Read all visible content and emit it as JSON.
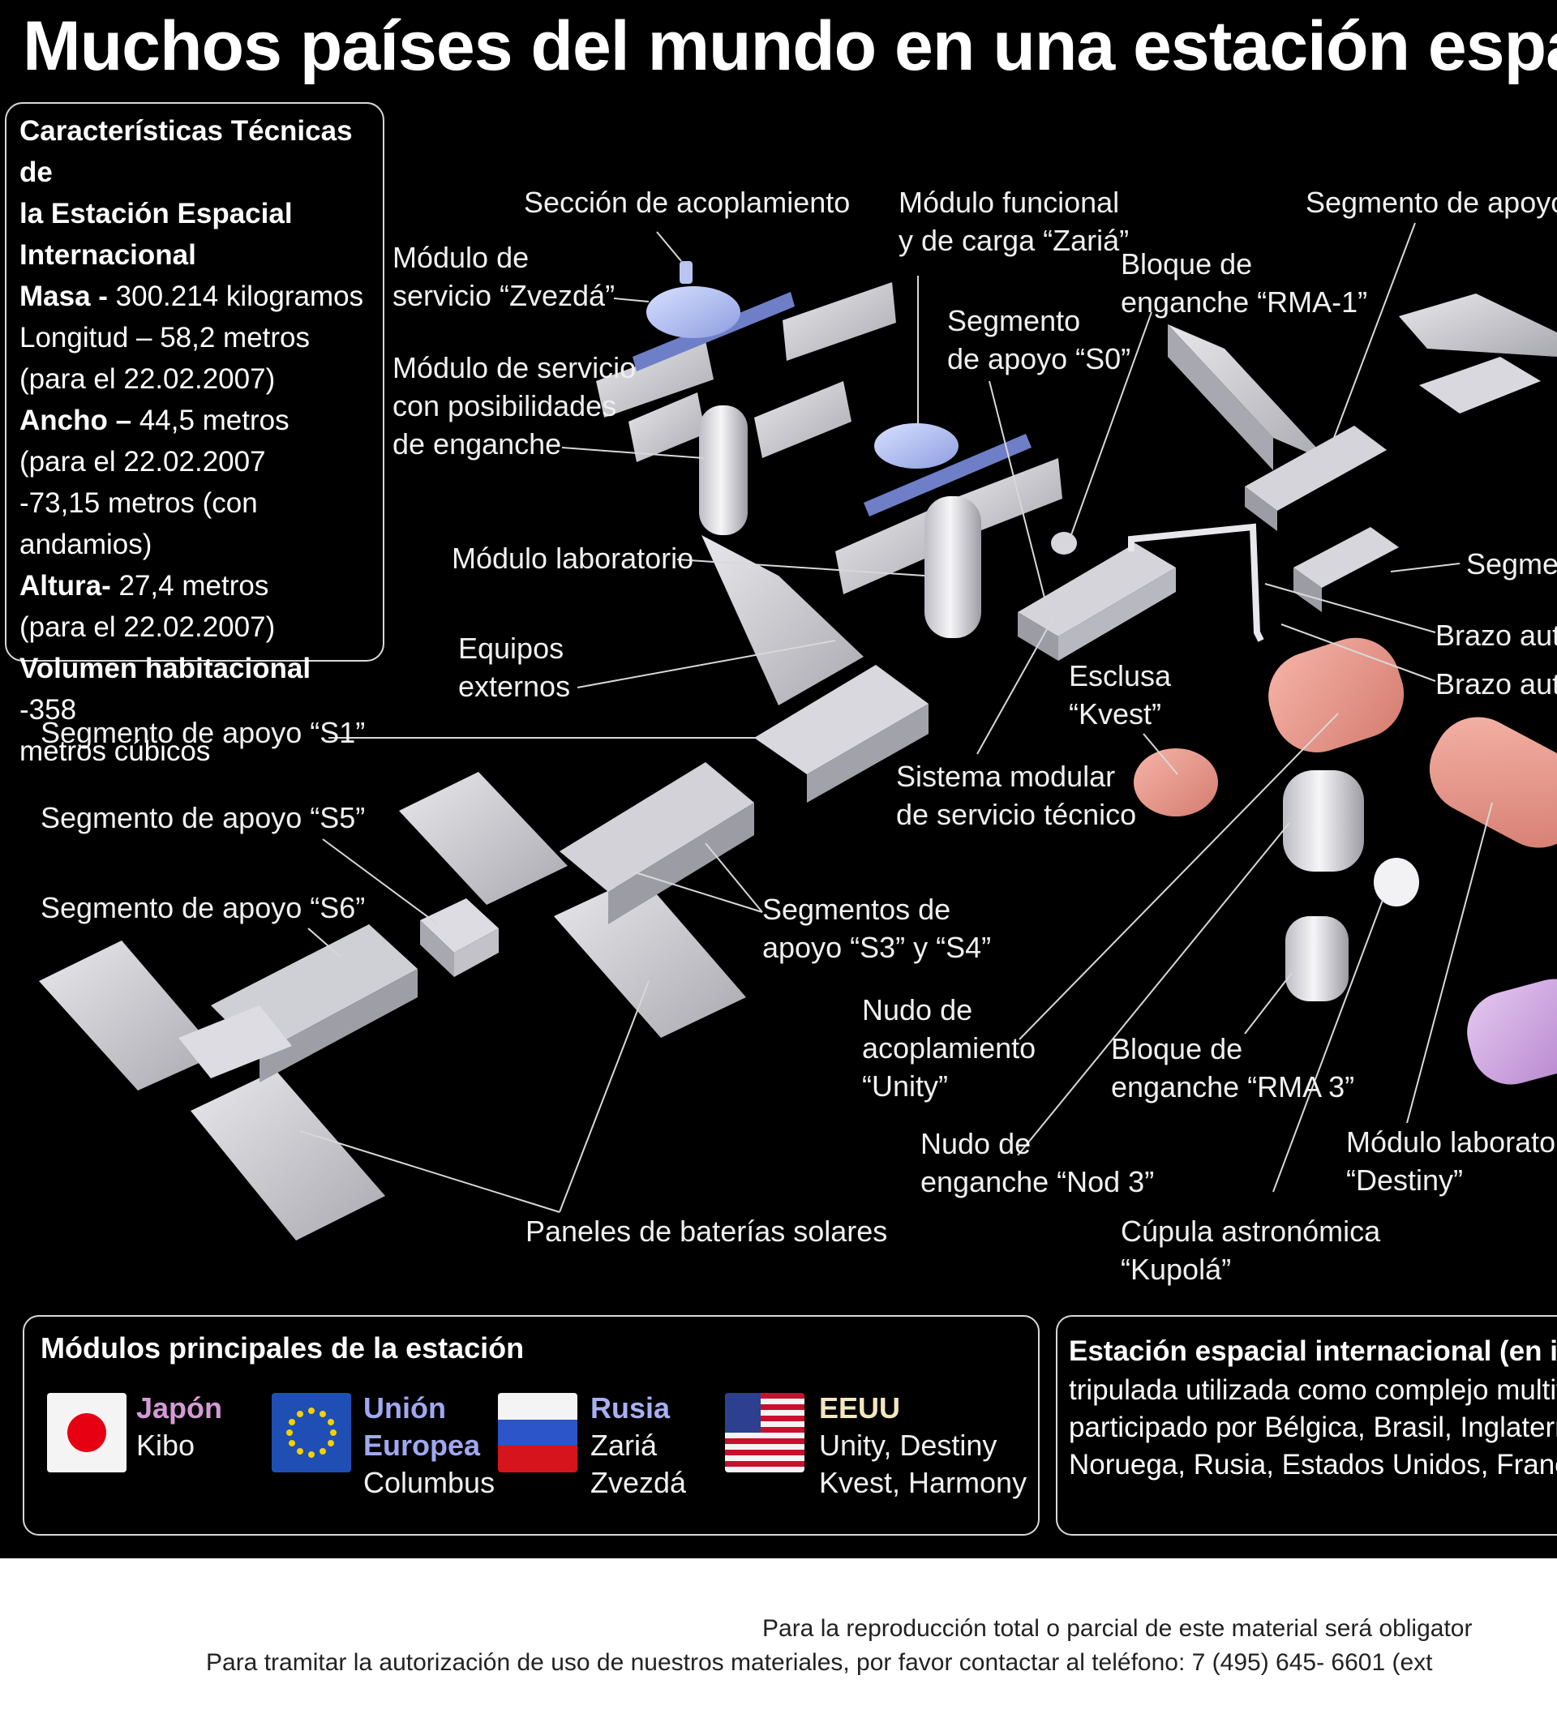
{
  "title": "Muchos países del mundo en una estación espa",
  "specs": {
    "heading": [
      "Características Técnicas de",
      "la Estación Espacial",
      "Internacional"
    ],
    "masa_label": "Masa -",
    "masa_value": " 300.214 kilogramos",
    "longitud": "Longitud – 58,2 metros",
    "longitud_date": "(para el 22.02.2007)",
    "ancho_label": "Ancho –",
    "ancho_value": " 44,5 metros",
    "ancho_date": "(para el 22.02.2007",
    "ancho_extra": "-73,15 metros (con andamios)",
    "altura_label": "Altura-",
    "altura_value": " 27,4 metros",
    "altura_date": "(para el 22.02.2007)",
    "volumen_label": "Volumen habitacional",
    "volumen_value": " -358",
    "volumen_unit": "metros cúbicos"
  },
  "labels": {
    "seccion": "Sección de acoplamiento",
    "zvezda": "Módulo de\nservicio “Zvezdá”",
    "enganche": "Módulo de servicio\ncon posibilidades\nde enganche",
    "laboratorio": "Módulo laboratorio",
    "equipos": "Equipos\nexternos",
    "s1": "Segmento de apoyo “S1”",
    "s5": "Segmento de apoyo “S5”",
    "s6": "Segmento de apoyo “S6”",
    "zaria": "Módulo funcional\ny de carga “Zariá”",
    "s0": "Segmento\nde apoyo “S0”",
    "rma1": "Bloque de\nenganche “RMA-1”",
    "p_segment": "Segmento de apoyo “P",
    "segmer": "Segmer",
    "brazo1": "Brazo auto",
    "brazo2": "Brazo auto",
    "kvest": "Esclusa\n“Kvest”",
    "sistema": "Sistema modular\nde servicio técnico",
    "s3s4": "Segmentos de\napoyo “S3” y “S4”",
    "unity": "Nudo de\nacoplamiento\n“Unity”",
    "rma3": "Bloque de\nenganche “RMA 3”",
    "nod3": "Nudo de\nenganche “Nod 3”",
    "destiny": "Módulo laboratorio\n“Destiny”",
    "paneles": "Paneles de baterías solares",
    "kupola": "Cúpula astronómica\n“Kupolá”"
  },
  "legend": {
    "title": "Módulos principales de la estación",
    "countries": [
      {
        "name": "Japón",
        "modules": [
          "Kibo"
        ],
        "color": "#d59ad6"
      },
      {
        "name": "Unión",
        "name2": "Europea",
        "modules": [
          "Columbus"
        ],
        "color": "#9fa8f0"
      },
      {
        "name": "Rusia",
        "modules": [
          "Zariá",
          "Zvezdá"
        ],
        "color": "#a8b0f2"
      },
      {
        "name": "EEUU",
        "modules": [
          "Unity, Destiny",
          "Kvest, Harmony"
        ],
        "color": "#f3e7c2"
      }
    ]
  },
  "info": {
    "title": "Estación espacial internacional (en ingl",
    "lines": [
      "tripulada utilizada como complejo multifun",
      "participado por Bélgica, Brasil, Inglaterra, A",
      "Noruega, Rusia, Estados Unidos, Francia, Su"
    ]
  },
  "footer": {
    "line1": "Para la reproducción total o parcial de este material será obligator",
    "line2": "Para tramitar la autorización de uso de nuestros materiales, por favor contactar al teléfono: 7 (495) 645- 6601 (ext"
  },
  "colors": {
    "russian_module": "#aebdf0",
    "us_module": "#e9e9ee",
    "truss": "#d4d4da",
    "node_pink": "#e8988c",
    "kibo_purple": "#c896d8",
    "background": "#000000"
  }
}
